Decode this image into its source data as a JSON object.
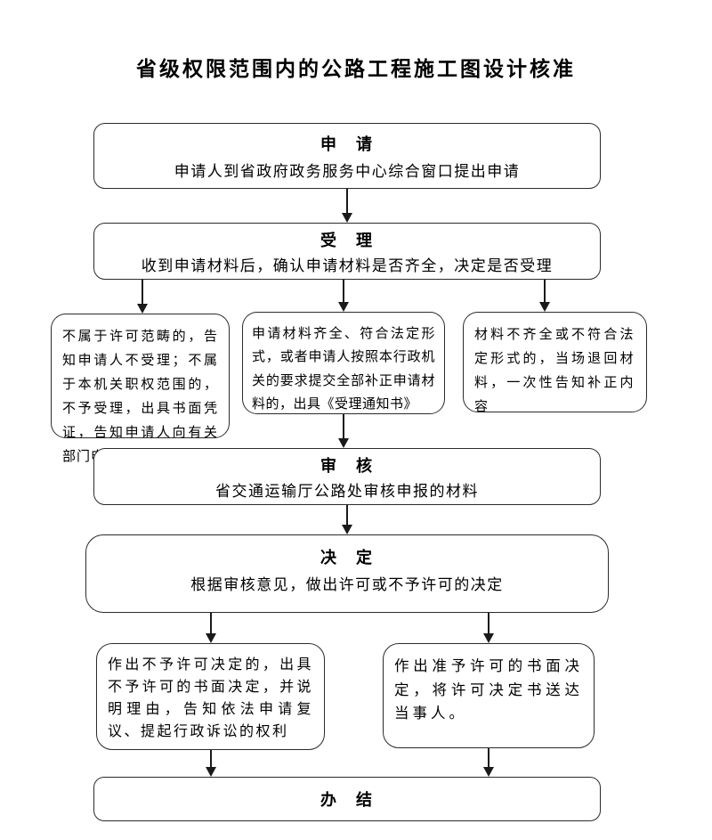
{
  "title": "省级权限范围内的公路工程施工图设计核准",
  "colors": {
    "line": "#1a1a1a",
    "border": "#2b2b2b",
    "background": "#ffffff",
    "text": "#000000"
  },
  "nodes": {
    "apply": {
      "label": "申　请",
      "desc": "申请人到省政府政务服务中心综合窗口提出申请"
    },
    "accept": {
      "label": "受　理",
      "desc": "收到申请材料后，确认申请材料是否齐全，决定是否受理"
    },
    "branch_left": {
      "text": "不属于许可范畴的，告知申请人不受理；不属于本机关职权范围的，不予受理，出具书面凭证，告知申请人向有关部门申请"
    },
    "branch_mid": {
      "text": "申请材料齐全、符合法定形式，或者申请人按照本行政机关的要求提交全部补正申请材料的，出具《受理通知书》"
    },
    "branch_right": {
      "text": "材料不齐全或不符合法定形式的，当场退回材料，一次性告知补正内容"
    },
    "review": {
      "label": "审　核",
      "desc": "省交通运输厅公路处审核申报的材料"
    },
    "decide": {
      "label": "决　定",
      "desc": "根据审核意见，做出许可或不予许可的决定"
    },
    "deny": {
      "text": "作出不予许可决定的，出具不予许可的书面决定，并说明理由，告知依法申请复议、提起行政诉讼的权利"
    },
    "grant": {
      "text": "作出准予许可的书面决定，将许可决定书送达当事人。"
    },
    "finish": {
      "label": "办　结"
    }
  }
}
